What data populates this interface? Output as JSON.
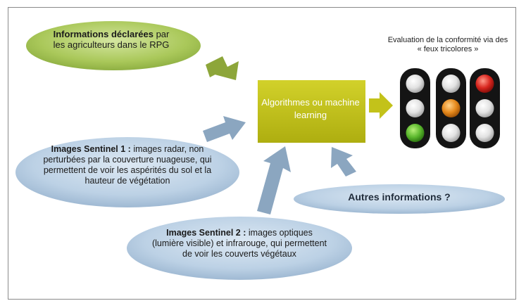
{
  "nodes": {
    "declared_info": {
      "bold": "Informations déclarées",
      "rest": " par les agriculteurs dans le RPG"
    },
    "sentinel1": {
      "bold": "Images Sentinel 1 :",
      "rest": " images radar, non perturbées par la couverture nuageuse, qui permettent de voir les aspérités du sol et la hauteur de végétation"
    },
    "sentinel2": {
      "bold": "Images Sentinel 2 :",
      "rest": " images optiques (lumière visible) et infrarouge, qui permettent de voir les couverts végétaux"
    },
    "other_info": {
      "label": "Autres informations ?"
    },
    "algorithm": {
      "label": "Algorithmes ou machine learning"
    },
    "evaluation": {
      "label": "Evaluation de la conformité via des « feux tricolores »"
    }
  },
  "traffic_lights": [
    {
      "lit": "green"
    },
    {
      "lit": "orange"
    },
    {
      "lit": "red"
    }
  ],
  "colors": {
    "green_oval": "#a9c95a",
    "blue_oval": "#b9cfe3",
    "algorithm_box": "#c3c21a",
    "arrow_olive": "#8da63a",
    "arrow_blue": "#8ba6c0",
    "light_green": "#5cb82e",
    "light_orange": "#e6891c",
    "light_red": "#d8261f",
    "light_off": "#e4e4e4"
  }
}
